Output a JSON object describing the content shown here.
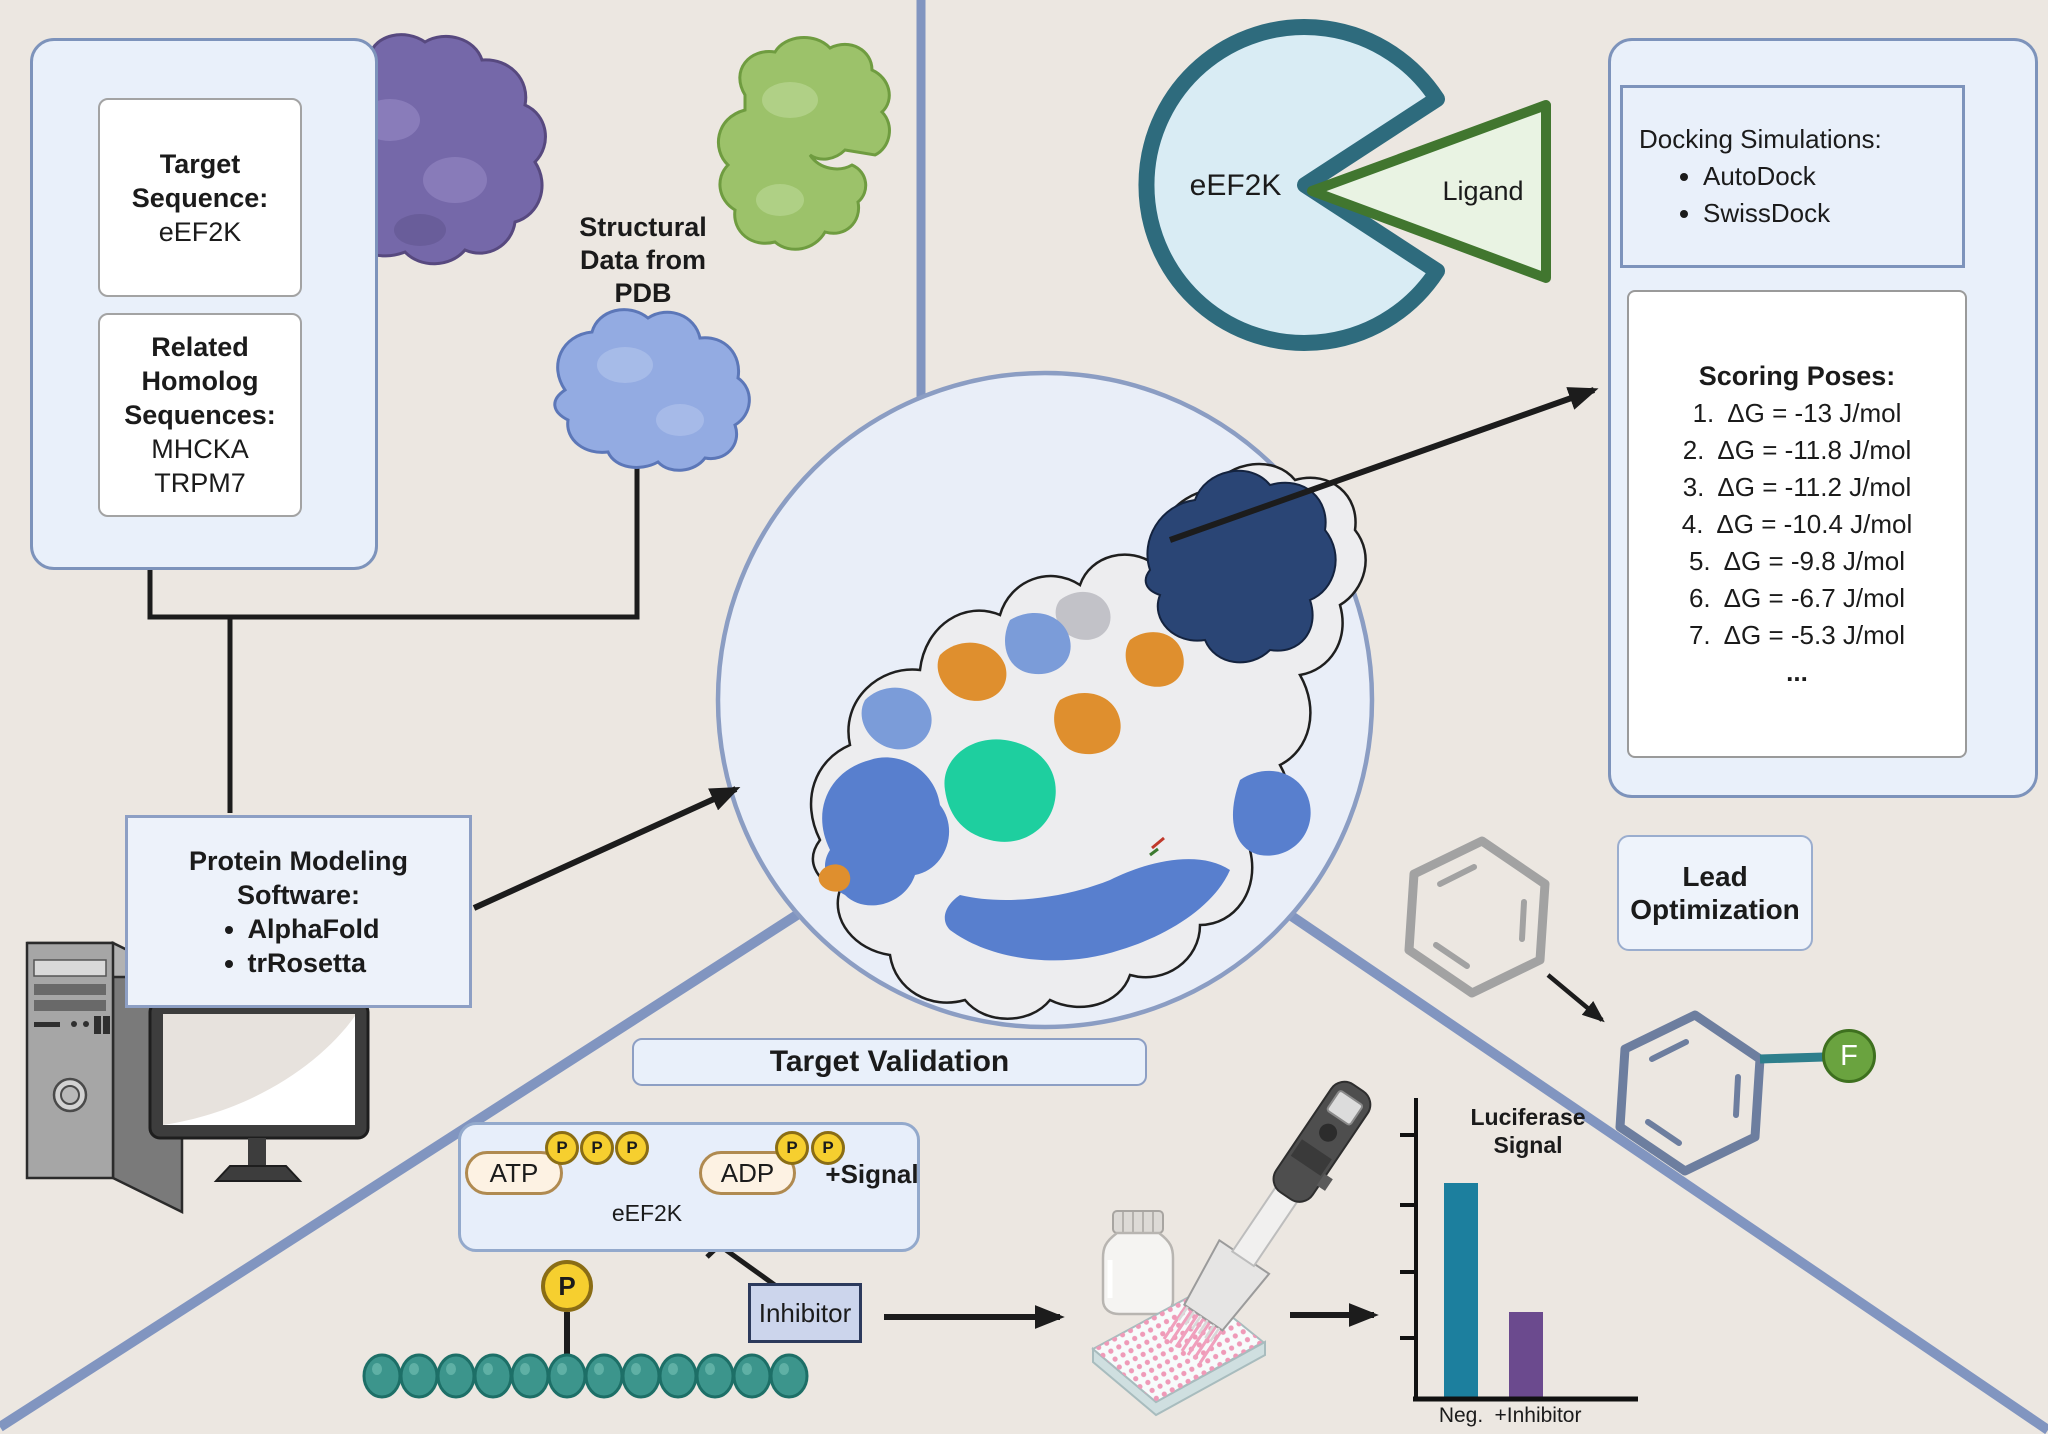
{
  "palette": {
    "background": "#ece7e1",
    "panel_blue": "#e9f0fa",
    "panel_border": "#7d93bb",
    "divider_blue": "#8195c0",
    "pacman_fill": "#d9ecf4",
    "pacman_border": "#2e6b7d",
    "ligand_fill": "#e9f3e3",
    "ligand_border": "#41762f",
    "purple_protein": "#7568a9",
    "green_protein": "#9cc26a",
    "blue_protein": "#93abe2",
    "bead_teal": "#3c958c",
    "phosphate_yellow": "#f6cf2f",
    "inhibitor_fill": "#ccd5ec",
    "inhibitor_border": "#2c3a5c",
    "bar_teal": "#1c7f9e",
    "bar_purple": "#6b4a8e",
    "fluorine_green": "#6aa33f",
    "orange_patch": "#df8f2e",
    "teal_patch": "#1ecf9f"
  },
  "top_left_panel": {
    "target_title": "Target Sequence:",
    "target_value": "eEF2K",
    "homolog_title": "Related Homolog Sequences:",
    "homolog_values": [
      "MHCKA",
      "TRPM7"
    ]
  },
  "structural_label": "Structural Data from PDB",
  "modeling": {
    "title": "Protein Modeling Software:",
    "tools": [
      "AlphaFold",
      "trRosetta"
    ]
  },
  "pacman": {
    "protein": "eEF2K",
    "ligand": "Ligand"
  },
  "docking": {
    "title": "Docking Simulations:",
    "tools": [
      "AutoDock",
      "SwissDock"
    ]
  },
  "scoring": {
    "title": "Scoring Poses:",
    "poses": [
      "1.  ΔG = -13 J/mol",
      "2.  ΔG = -11.8 J/mol",
      "3.  ΔG = -11.2 J/mol",
      "4.  ΔG = -10.4 J/mol",
      "5.  ΔG = -9.8 J/mol",
      "6.  ΔG = -6.7 J/mol",
      "7.  ΔG = -5.3 J/mol"
    ],
    "ellipsis": "..."
  },
  "validation": {
    "banner": "Target Validation",
    "atp": "ATP",
    "adp": "ADP",
    "p": "P",
    "signal": "+Signal",
    "enzyme": "eEF2K",
    "inhibitor": "Inhibitor"
  },
  "chart_data": {
    "type": "bar",
    "title": "Luciferase Signal",
    "categories": [
      "Neg.",
      "+Inhibitor"
    ],
    "values": [
      0.72,
      0.29
    ],
    "value_units": "relative bar height (unlabeled axis)",
    "colors": [
      "#1c7f9e",
      "#6b4a8e"
    ],
    "xlabel": "",
    "ylabel": "",
    "ylim": [
      0,
      1
    ],
    "grid": false,
    "legend": false,
    "y_ticks_unlabeled": 4
  },
  "lead": {
    "title": "Lead Optimization",
    "fluorine": "F"
  },
  "illustrations": [
    "purple-protein-blob",
    "green-protein-blob",
    "blue-protein-blob",
    "protein-surface-model",
    "desktop-computer",
    "pacman-receptor",
    "ligand-triangle",
    "benzene-ring-gray",
    "benzene-ring-slate",
    "reagent-bottle",
    "well-plate",
    "multichannel-pipette",
    "substrate-peptide-beads"
  ]
}
